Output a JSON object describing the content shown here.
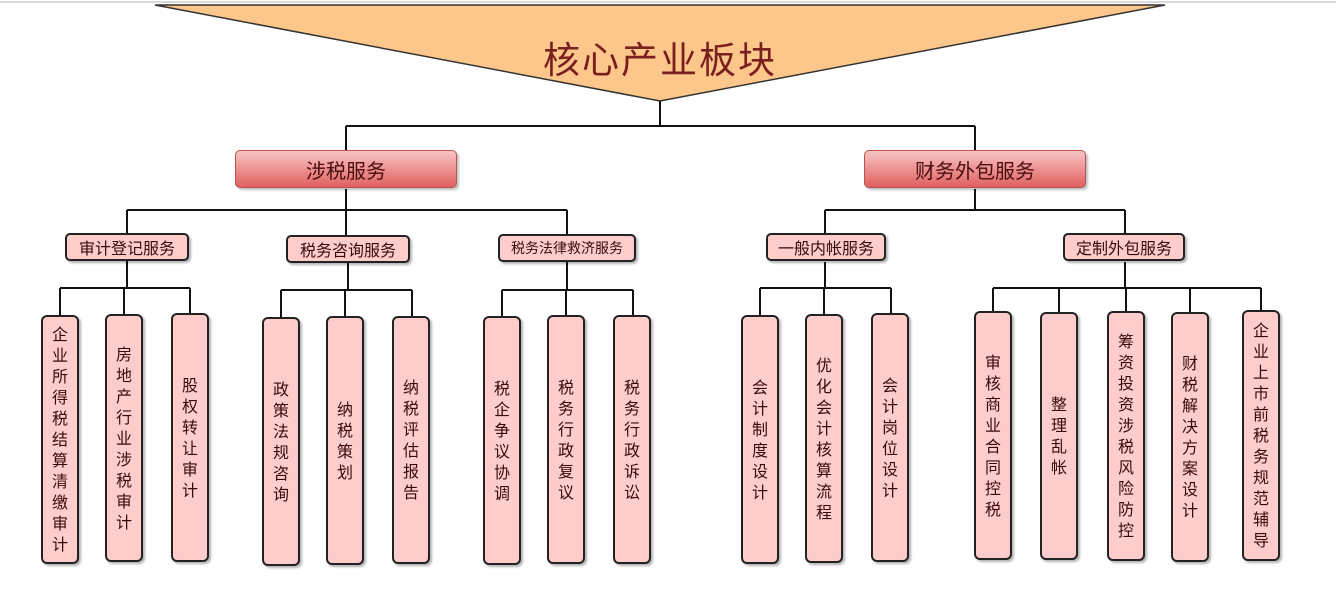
{
  "title": "核心产业板块",
  "branches": [
    {
      "label": "涉税服务",
      "groups": [
        {
          "label": "审计登记服务",
          "items": [
            "企业所得税结算清缴审计",
            "房地产行业涉税审计",
            "股权转让审计"
          ]
        },
        {
          "label": "税务咨询服务",
          "items": [
            "政策法规咨询",
            "纳税策划",
            "纳税评估报告"
          ]
        },
        {
          "label": "税务法律救济服务",
          "items": [
            "税企争议协调",
            "税务行政复议",
            "税务行政诉讼"
          ]
        }
      ]
    },
    {
      "label": "财务外包服务",
      "groups": [
        {
          "label": "一般内帐服务",
          "items": [
            "会计制度设计",
            "优化会计核算流程",
            "会计岗位设计"
          ]
        },
        {
          "label": "定制外包服务",
          "items": [
            "审核商业合同控税",
            "整理乱帐",
            "筹资  投资涉税风险防控",
            "财税解决方案设计",
            "企业上市前税务规范辅导"
          ]
        }
      ]
    }
  ],
  "colors": {
    "triangle_fill": "#fdc68a",
    "branch_top": "#f8c4c4",
    "branch_bottom": "#e06060",
    "box_fill": "#ffcccc",
    "title_text": "#7a1f1f"
  }
}
